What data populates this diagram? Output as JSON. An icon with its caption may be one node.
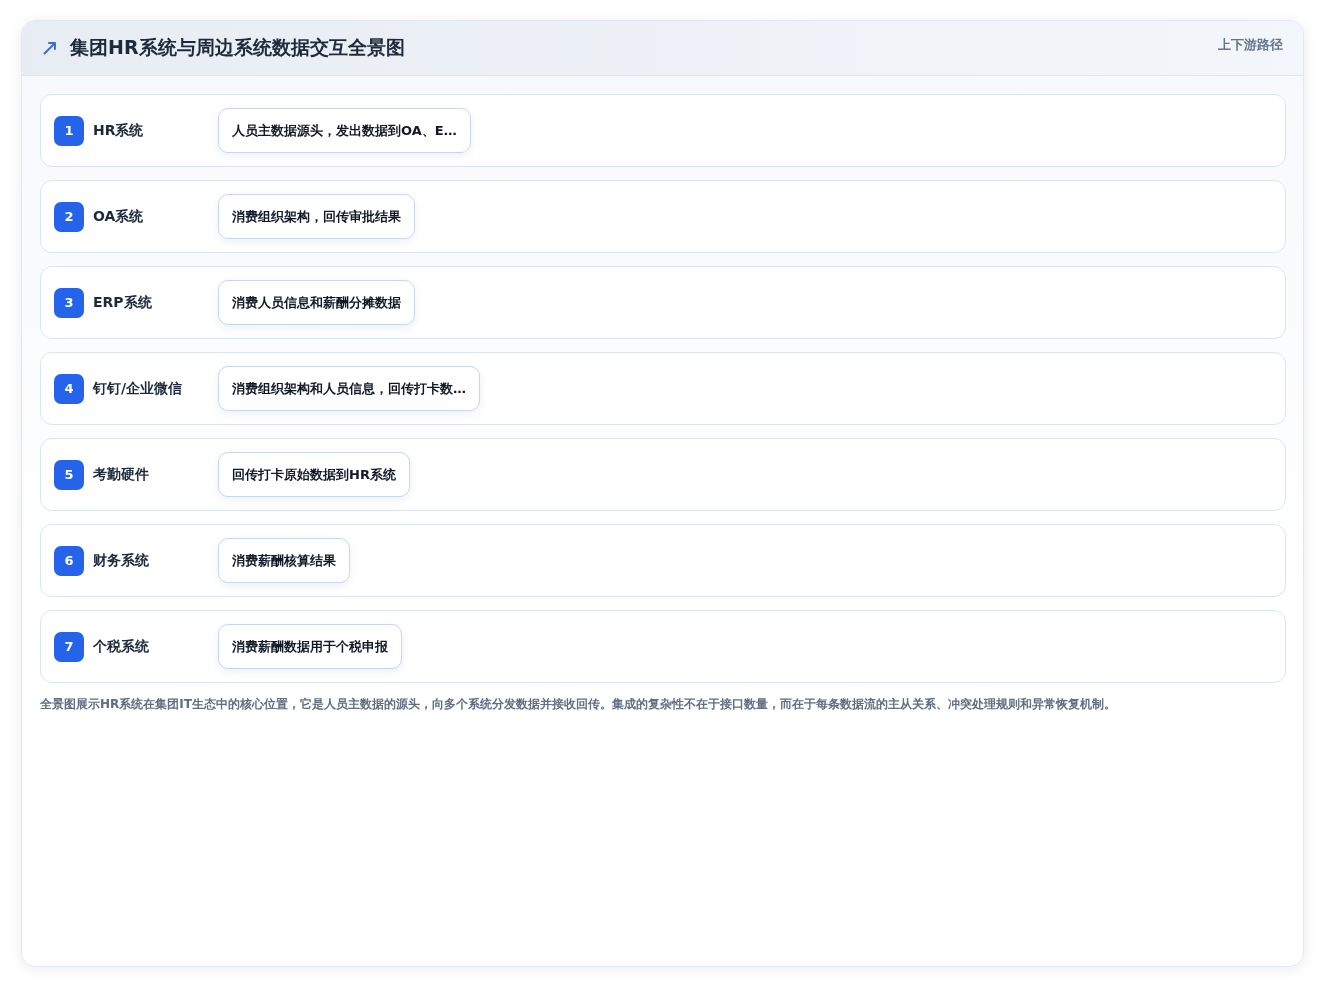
{
  "diagram": {
    "title": "集团HR系统与周边系统数据交互全景图",
    "nodes": [
      {
        "text": [
          "HR系统"
        ]
      },
      {
        "text": [
          "1"
        ],
        "in": 0
      },
      {
        "text": [
          "人员主数据源头，发出数据到OA、E…"
        ],
        "in": 0
      },
      {
        "text": [
          "OA系统"
        ]
      },
      {
        "text": [
          "2"
        ],
        "in": 3
      },
      {
        "text": [
          "消费组织架构，回传审批结果"
        ],
        "in": 3
      },
      {
        "text": [
          "ERP系统"
        ]
      },
      {
        "text": [
          "3"
        ],
        "in": 6
      },
      {
        "text": [
          "消费人员信息和薪酬分摊数据"
        ],
        "in": 6
      },
      {
        "text": [
          "钉钉/企业微信"
        ]
      },
      {
        "text": [
          "4"
        ],
        "in": 9
      },
      {
        "text": [
          "消费组织架构和人员信息，回传打卡数…"
        ],
        "in": 9
      },
      {
        "text": [
          "考勤硬件"
        ]
      },
      {
        "text": [
          "5"
        ],
        "in": 12
      },
      {
        "text": [
          "回传打卡原始数据到HR系统"
        ],
        "in": 12
      },
      {
        "text": [
          "财务系统"
        ]
      },
      {
        "text": [
          "6"
        ],
        "in": 15
      },
      {
        "text": [
          "消费薪酬核算结果"
        ],
        "in": 15
      },
      {
        "text": [
          "个税系统"
        ]
      },
      {
        "text": [
          "7"
        ],
        "in": 18
      },
      {
        "text": [
          "消费薪酬数据用于个税申报"
        ],
        "in": 18
      }
    ],
    "labels": [
      "上下游路径"
    ],
    "caption": "全景图展示HR系统在集团IT生态中的核心位置，它是人员主数据的源头，向多个系统分发数据并接收回传。集成的复杂性不在于接口数量，而在于每条数据流的主从关系、冲突处理规则和异常恢复机制。"
  }
}
